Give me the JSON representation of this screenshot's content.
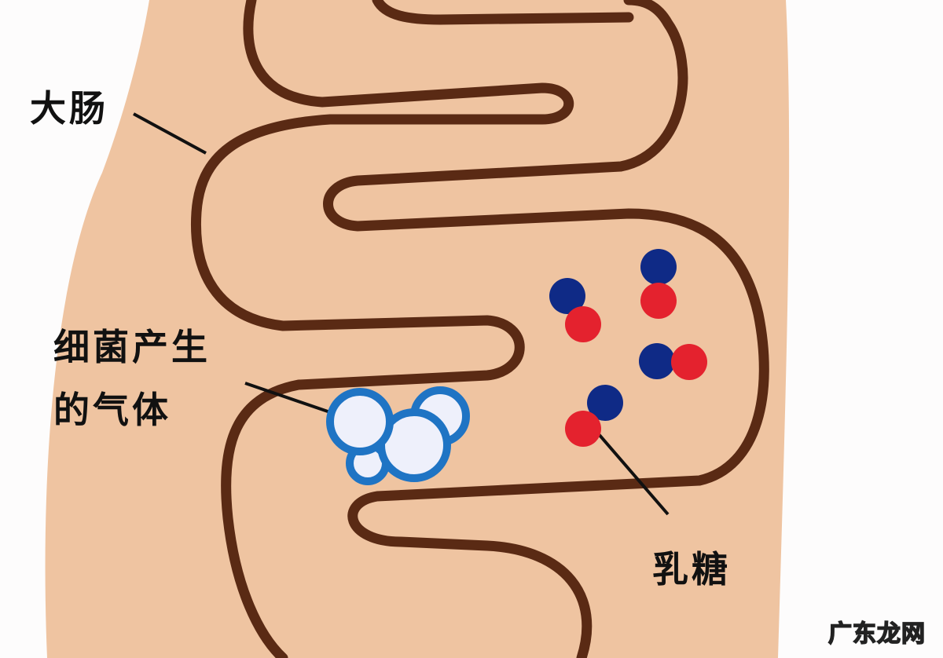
{
  "labels": {
    "large_intestine": "大肠",
    "gas_line1": "细菌产生",
    "gas_line2": "的气体",
    "lactose": "乳糖"
  },
  "watermark": "广东龙网",
  "colors": {
    "skin": "#efc4a1",
    "intestine": "#5a2a14",
    "gas_outline": "#1f74c4",
    "molecule_blue": "#0f2a86",
    "molecule_red": "#e4222e"
  }
}
